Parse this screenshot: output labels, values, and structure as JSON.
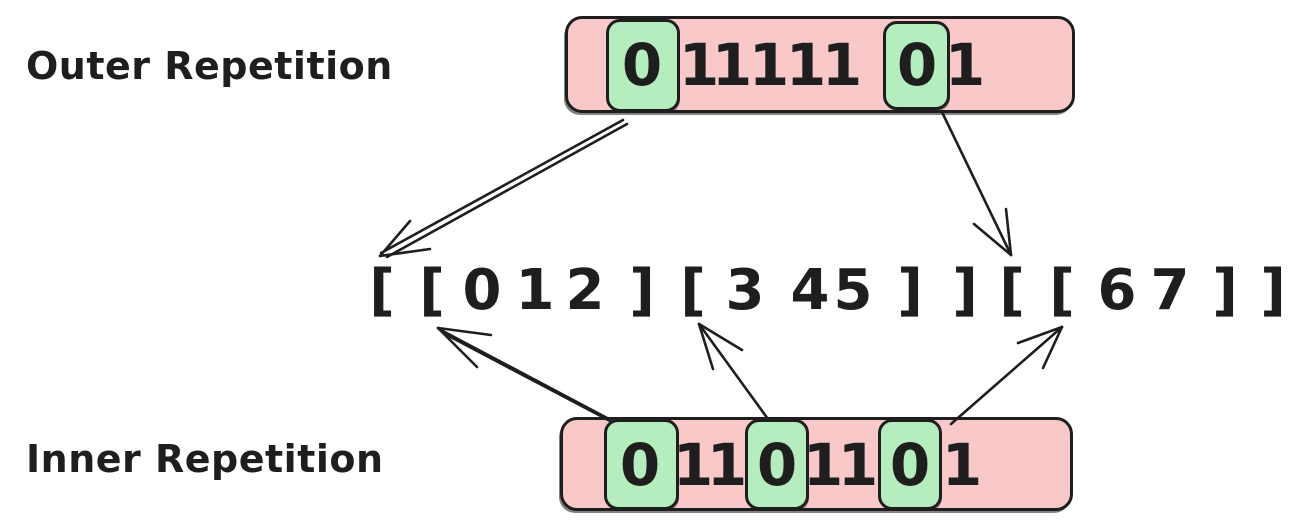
{
  "labels": {
    "outer": "Outer Repetition",
    "inner": "Inner Repetition"
  },
  "outer_array": {
    "bits": [
      "0",
      "1",
      "1",
      "1",
      "1",
      "1",
      "0",
      "1"
    ],
    "highlighted_indices": [
      0,
      6
    ]
  },
  "inner_array": {
    "bits": [
      "0",
      "1",
      "1",
      "0",
      "1",
      "1",
      "0",
      "1"
    ],
    "highlighted_indices": [
      0,
      3,
      6
    ]
  },
  "expression": {
    "tokens": [
      "[",
      "[",
      "0",
      "1",
      "2",
      "]",
      "[",
      "3",
      "4",
      "5",
      "]",
      "]",
      "[",
      "[",
      "6",
      "7",
      "]",
      "]"
    ],
    "text": "[ [ 0 1 2 ] [ 3 4 5 ] ] [ [ 6 7 ] ]"
  },
  "arrows": [
    {
      "from": "outer-bit-0",
      "to": "expression-token-0"
    },
    {
      "from": "outer-bit-6",
      "to": "expression-token-12"
    },
    {
      "from": "inner-bit-0",
      "to": "expression-token-1"
    },
    {
      "from": "inner-bit-3",
      "to": "expression-token-6"
    },
    {
      "from": "inner-bit-6",
      "to": "expression-token-13"
    }
  ],
  "colors": {
    "cell_fill": "#f9c9c9",
    "highlight_fill": "#b5edbf",
    "stroke": "#1e1e1e",
    "background": "#ffffff"
  }
}
